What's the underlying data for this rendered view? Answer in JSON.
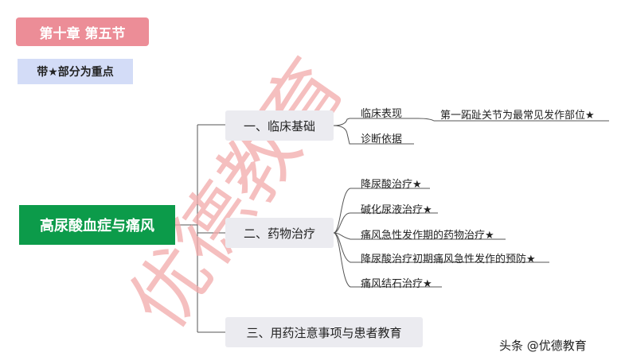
{
  "header": {
    "chapter_label": "第十章  第五节",
    "note_label": "带★部分为重点"
  },
  "mindmap": {
    "root": "高尿酸血症与痛风",
    "branches": [
      {
        "label": "一、临床基础",
        "children": [
          {
            "label": "临床表现",
            "children": [
              {
                "label": "第一跖趾关节为最常见发作部位★"
              }
            ]
          },
          {
            "label": "诊断依据"
          }
        ]
      },
      {
        "label": "二、药物治疗",
        "children": [
          {
            "label": "降尿酸治疗★"
          },
          {
            "label": "碱化尿液治疗★"
          },
          {
            "label": "痛风急性发作期的药物治疗★"
          },
          {
            "label": "降尿酸治疗初期痛风急性发作的预防★"
          },
          {
            "label": "痛风结石治疗★"
          }
        ]
      },
      {
        "label": "三、用药注意事项与患者教育"
      }
    ]
  },
  "watermark": {
    "text": "优德教育",
    "color": "#f2a9a9"
  },
  "footer": {
    "source_label": "头条 @优德教育"
  },
  "colors": {
    "chapter_bg": "#ec8d97",
    "note_bg": "#d3dcf7",
    "root_bg": "#0c9b4a",
    "branch_bg": "#ebebf0",
    "line": "#555555"
  }
}
